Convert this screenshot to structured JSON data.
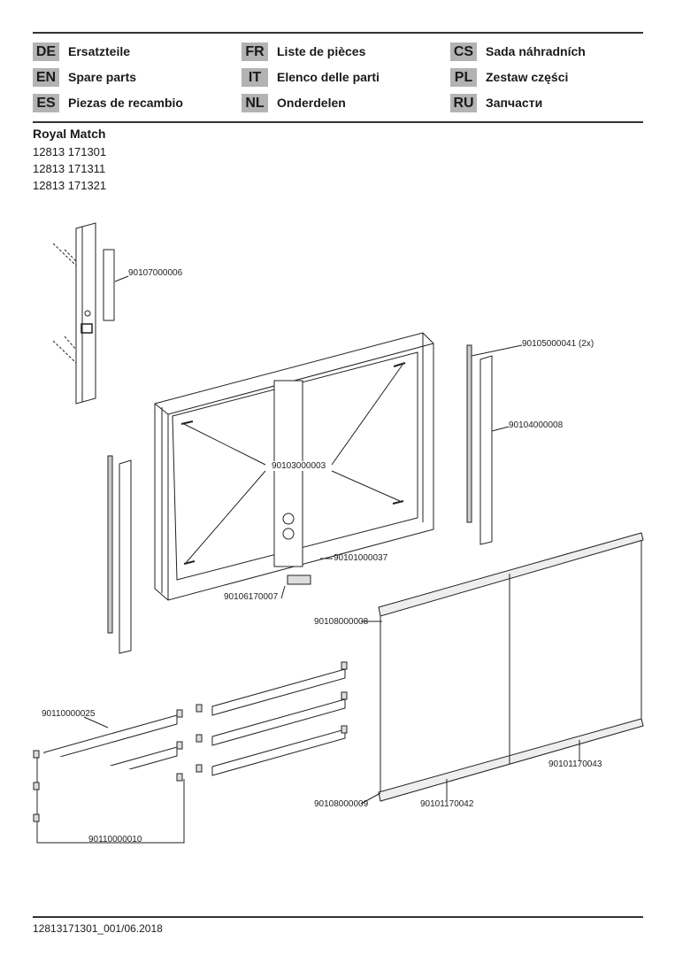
{
  "languages": [
    {
      "code": "DE",
      "label": "Ersatzteile"
    },
    {
      "code": "EN",
      "label": "Spare parts"
    },
    {
      "code": "ES",
      "label": "Piezas de recambio"
    },
    {
      "code": "FR",
      "label": "Liste de pièces"
    },
    {
      "code": "IT",
      "label": "Elenco delle parti"
    },
    {
      "code": "NL",
      "label": "Onderdelen"
    },
    {
      "code": "CS",
      "label": "Sada náhradních"
    },
    {
      "code": "PL",
      "label": "Zestaw części"
    },
    {
      "code": "RU",
      "label": "Запчасти"
    }
  ],
  "product": {
    "name": "Royal Match",
    "codes": [
      "12813 171301",
      "12813 171311",
      "12813 171321"
    ]
  },
  "parts": {
    "p1": "90107000006",
    "p2": "90105000041 (2x)",
    "p3": "90104000008",
    "p4": "90103000003",
    "p5": "90101000037",
    "p6": "90106170007",
    "p7": "90108000008",
    "p8": "90110000025",
    "p9": "90101170043",
    "p10": "90108000009",
    "p11": "90101170042",
    "p12": "90110000010"
  },
  "footer": {
    "doc_id": "12813171301_001/06.2018"
  }
}
